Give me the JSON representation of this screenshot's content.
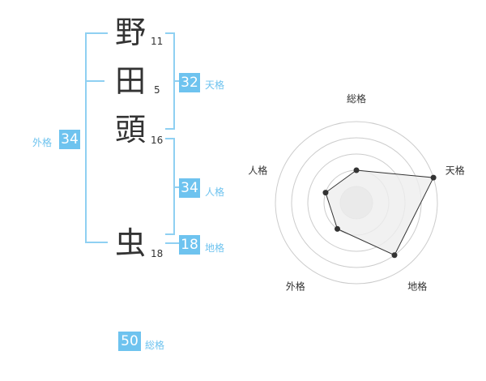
{
  "name": {
    "chars": [
      "野",
      "田",
      "頭",
      "虫"
    ],
    "strokes": [
      "11",
      "5",
      "16",
      "18"
    ]
  },
  "fortune": {
    "tenkaku": {
      "label": "天格",
      "value": "32"
    },
    "jinkaku": {
      "label": "人格",
      "value": "34"
    },
    "chikaku": {
      "label": "地格",
      "value": "18"
    },
    "gaikaku": {
      "label": "外格",
      "value": "34"
    },
    "soukaku": {
      "label": "総格",
      "value": "50"
    }
  },
  "chart_data": {
    "type": "radar",
    "axes": [
      "総格",
      "天格",
      "地格",
      "外格",
      "人格"
    ],
    "values": [
      2,
      5,
      4,
      2,
      2
    ],
    "max": 5,
    "grid": true,
    "colors": {
      "fill": "#eeeeee",
      "stroke": "#333333",
      "grid": "#cccccc",
      "accent": "#6ec3ef"
    }
  }
}
